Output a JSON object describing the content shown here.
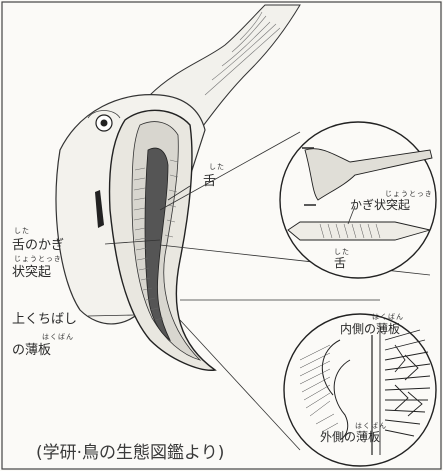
{
  "labels": {
    "tongue_main": "舌",
    "tongue_main_ruby": "した",
    "tongue_hook_line1": "舌のかぎ",
    "tongue_hook_line2": "状突起",
    "tongue_hook_ruby1": "した",
    "tongue_hook_ruby2": "じょうとっき",
    "upper_beak_line1": "上くちばし",
    "upper_beak_line2": "の薄板",
    "upper_beak_ruby": "はくばん",
    "hook_process": "かぎ状突起",
    "hook_process_ruby": "じょうとっき",
    "tongue_detail": "舌",
    "tongue_detail_ruby": "した",
    "inner_lamella": "内側の薄板",
    "inner_lamella_ruby": "はくばん",
    "outer_lamella": "外側の薄板",
    "outer_lamella_ruby": "はくばん"
  },
  "caption": "(学研·鳥の生態図鑑より)",
  "colors": {
    "ink": "#2a2a2a",
    "paper": "#fbfaf7"
  }
}
